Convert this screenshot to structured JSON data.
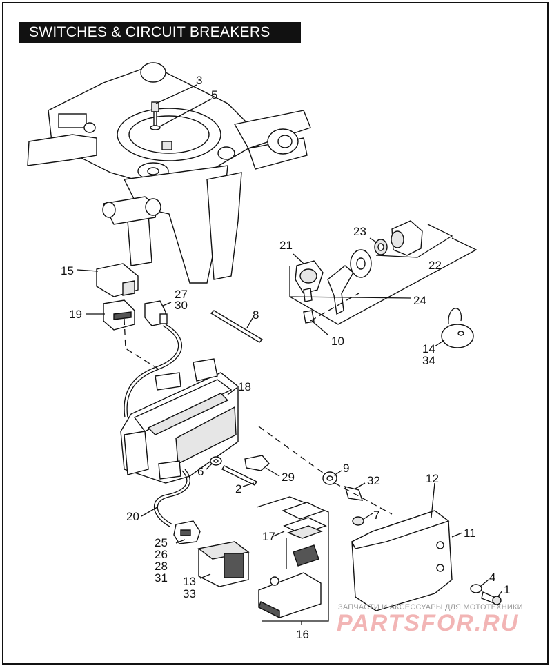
{
  "title": "SWITCHES & CIRCUIT BREAKERS",
  "callouts": {
    "c1": "1",
    "c2": "2",
    "c3": "3",
    "c4": "4",
    "c5": "5",
    "c6": "6",
    "c7": "7",
    "c8": "8",
    "c9": "9",
    "c10": "10",
    "c11": "11",
    "c12": "12",
    "c13": "13",
    "c14": "14",
    "c15": "15",
    "c16": "16",
    "c17": "17",
    "c18": "18",
    "c19": "19",
    "c20": "20",
    "c21": "21",
    "c22": "22",
    "c23": "23",
    "c24": "24",
    "c25": "25",
    "c26": "26",
    "c27": "27",
    "c28": "28",
    "c29": "29",
    "c30": "30",
    "c31": "31",
    "c32": "32",
    "c33": "33",
    "c34": "34"
  },
  "watermark": {
    "subtitle": "ЗАПЧАСТИ И АКСЕССУАРЫ ДЛЯ МОТОТЕХНИКИ",
    "logo": "PARTSFOR.RU"
  }
}
